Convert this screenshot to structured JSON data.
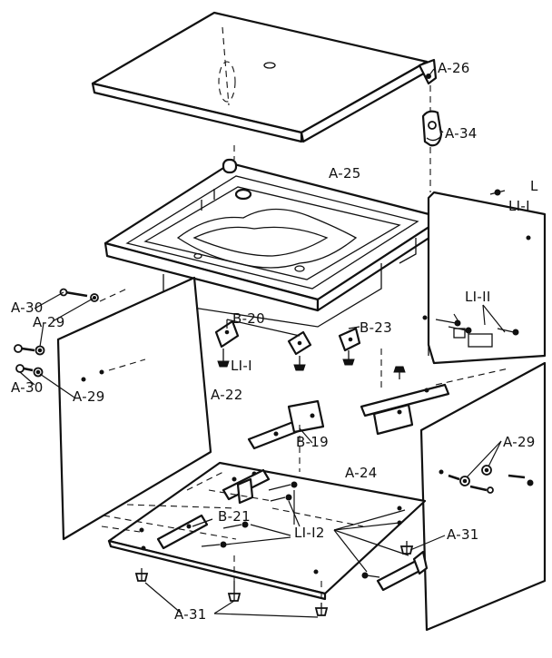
{
  "labels": {
    "a26": "A-26",
    "a34": "A-34",
    "a25": "A-25",
    "l_top": "L",
    "li1_top": "LI-I",
    "li11": "LI-II",
    "a30_1": "A-30",
    "a29_1": "A-29",
    "a30_2": "A-30",
    "a29_2": "A-29",
    "b20": "B-20",
    "b23": "B-23",
    "li1_mid": "LI-I",
    "a22": "A-22",
    "b19": "B-19",
    "a29_3": "A-29",
    "a24": "A-24",
    "b21": "B-21",
    "li12": "LI-I2",
    "a31_1": "A-31",
    "a31_2": "A-31"
  }
}
